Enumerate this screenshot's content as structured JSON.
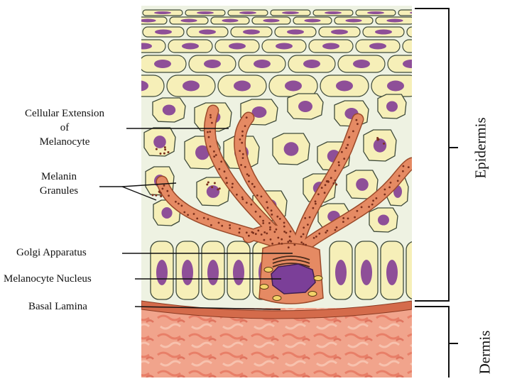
{
  "labels": {
    "cellular_extension": [
      "Cellular Extension",
      "of",
      "Melanocyte"
    ],
    "melanin_granules": [
      "Melanin",
      "Granules"
    ],
    "golgi": "Golgi Apparatus",
    "nucleus": "Melanocyte Nucleus",
    "basal_lamina": "Basal Lamina"
  },
  "brackets": {
    "epidermis": "Epidermis",
    "dermis": "Dermis"
  },
  "colors": {
    "cell_fill": "#f6efb8",
    "cell_outline": "#3e4a3a",
    "nucleus": "#8e4f98",
    "melanocyte": "#e58a63",
    "granule": "#7a2f1c",
    "dermis": "#f1a48c",
    "basal_lamina": "#c85a3a"
  }
}
